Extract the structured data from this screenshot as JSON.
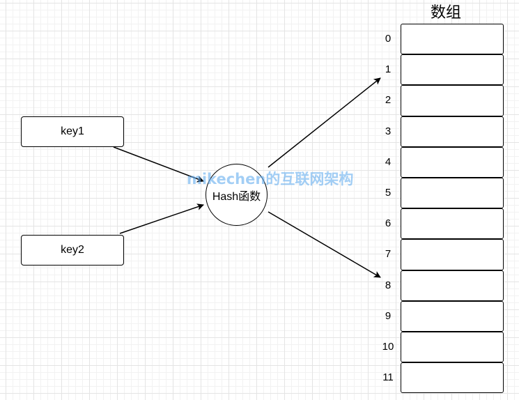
{
  "keys": [
    {
      "label": "key1"
    },
    {
      "label": "key2"
    }
  ],
  "hash": {
    "label": "Hash函数"
  },
  "watermark": "mikechen的互联网架构",
  "array": {
    "title": "数组",
    "indices": [
      "0",
      "1",
      "2",
      "3",
      "4",
      "5",
      "6",
      "7",
      "8",
      "9",
      "10",
      "11"
    ]
  },
  "colors": {
    "stroke": "#000000",
    "grid": "#e4e4e4",
    "watermark": "#66aef0"
  }
}
